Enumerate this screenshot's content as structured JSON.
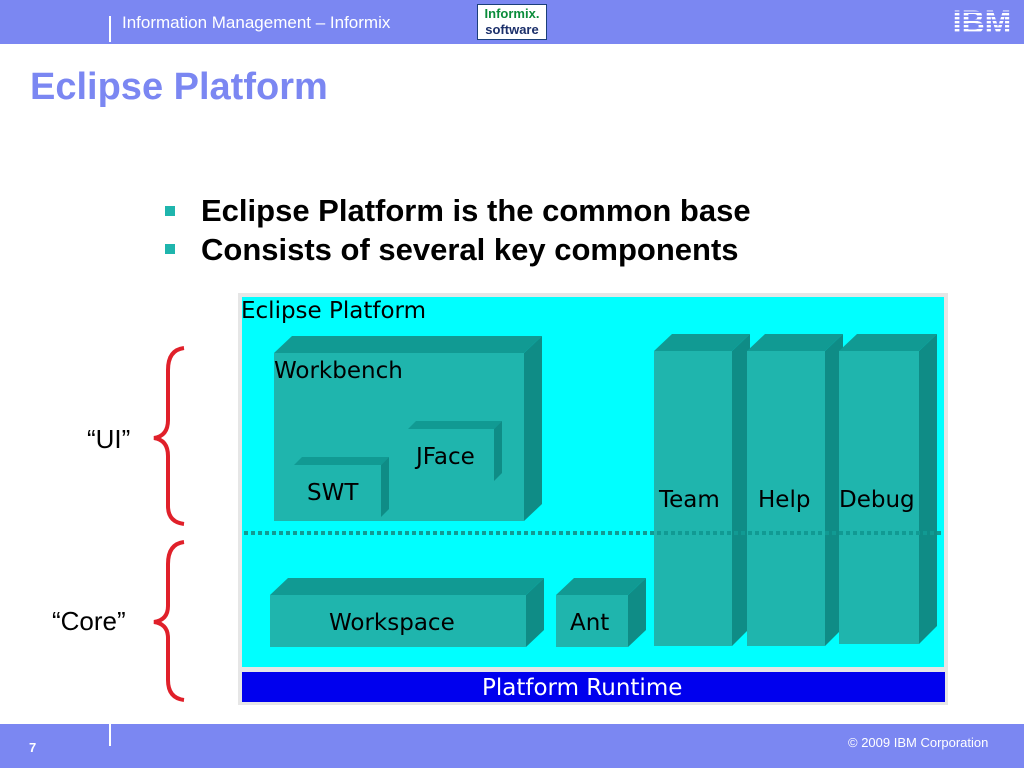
{
  "header": {
    "title": "Information Management – Informix",
    "logo_line1": "Informix.",
    "logo_line2": "software",
    "brand": "IBM"
  },
  "slide": {
    "title": "Eclipse Platform",
    "bullets": [
      "Eclipse Platform is the common base",
      "Consists of several key components"
    ]
  },
  "diagram": {
    "container_label": "Eclipse Platform",
    "workbench_label": "Workbench",
    "jface_label": "JFace",
    "swt_label": "SWT",
    "team_label": "Team",
    "help_label": "Help",
    "debug_label": "Debug",
    "workspace_label": "Workspace",
    "ant_label": "Ant",
    "runtime_label": "Platform Runtime",
    "ui_label": "“UI”",
    "core_label": "“Core”"
  },
  "colors": {
    "header_bar": "#7b87f2",
    "platform_bg": "#00ffff",
    "component_face": "#1fb5ad",
    "component_top": "#119a93",
    "runtime_bar": "#0000ee",
    "brace": "#e0202a",
    "bullet": "#1fb5ad"
  },
  "footer": {
    "page_number": "7",
    "copyright": "© 2009 IBM Corporation"
  }
}
